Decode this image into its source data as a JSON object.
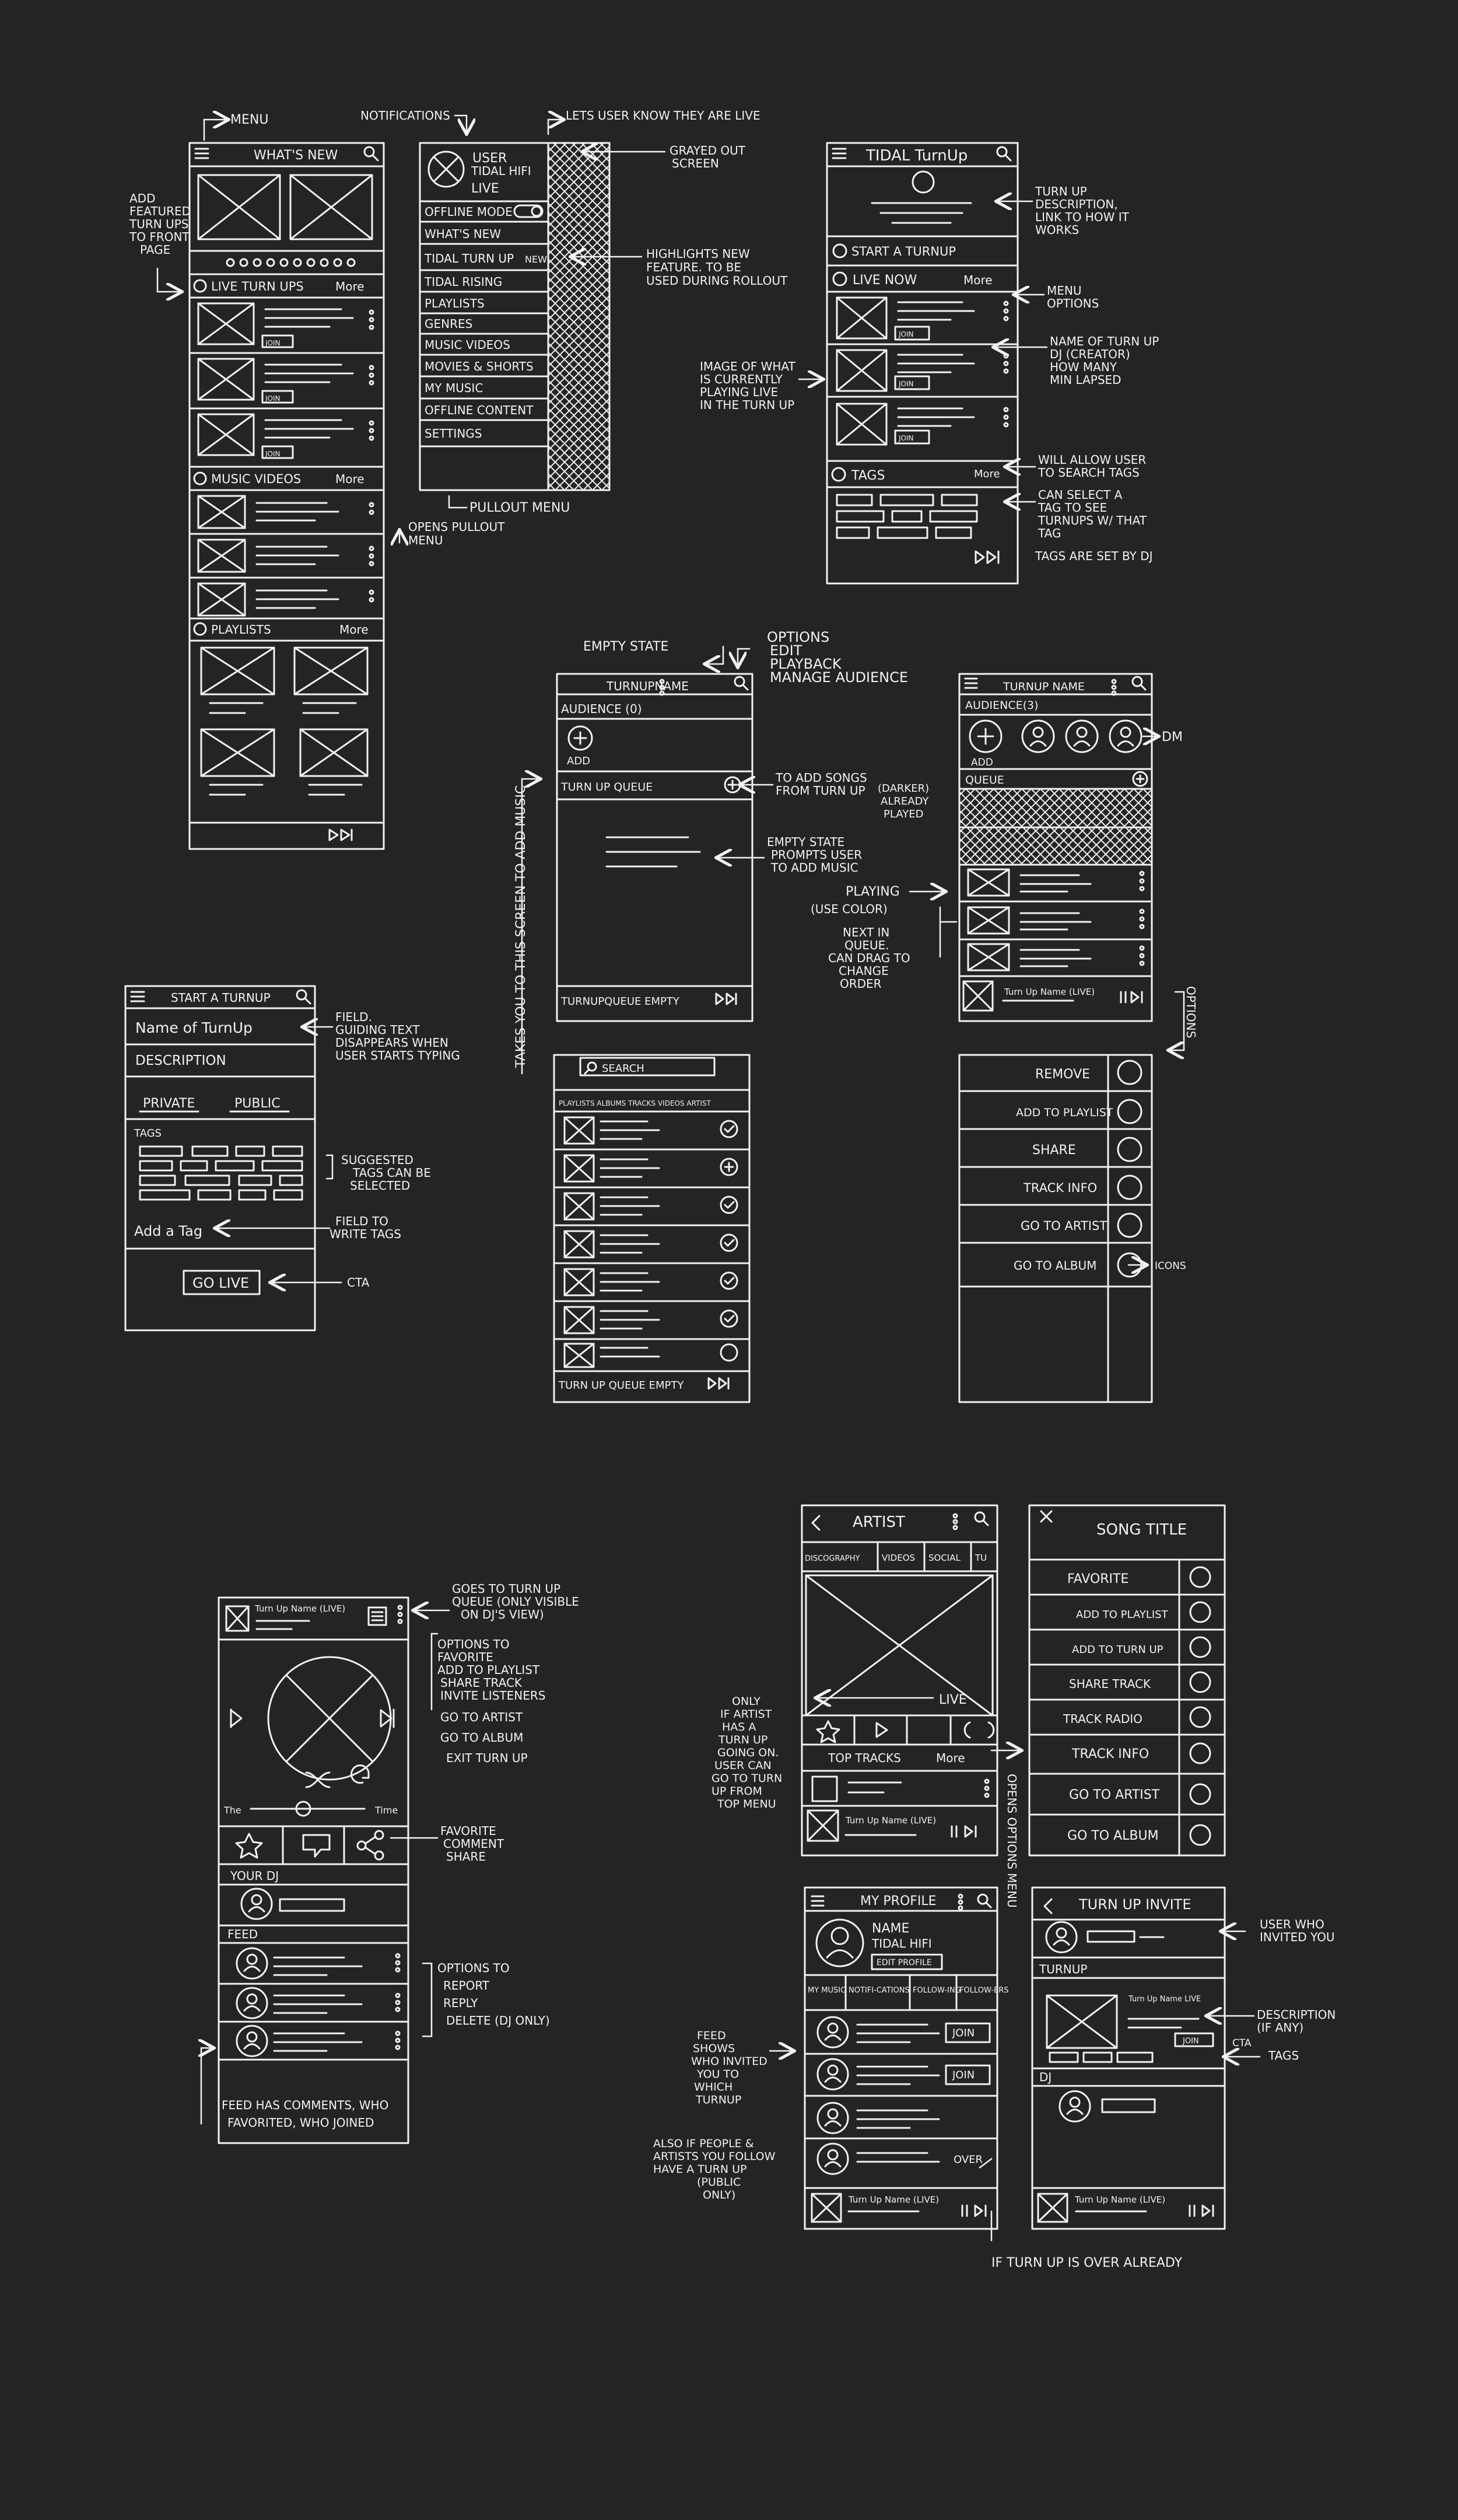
{
  "screens": {
    "whats_new": {
      "title": "WHAT'S NEW",
      "live_turnups": "LIVE TURN UPS",
      "music_videos": "MUSIC VIDEOS",
      "playlists": "PLAYLISTS",
      "more": "More",
      "join": "JOIN"
    },
    "menu": {
      "user": "USER",
      "tidal_hifi": "TIDAL HIFI",
      "live": "LIVE",
      "items": [
        "OFFLINE MODE",
        "WHAT'S NEW",
        "TIDAL TURN UP",
        "TIDAL RISING",
        "PLAYLISTS",
        "GENRES",
        "MUSIC VIDEOS",
        "MOVIES & SHORTS",
        "MY MUSIC",
        "OFFLINE CONTENT",
        "SETTINGS"
      ],
      "new_badge": "NEW"
    },
    "tidal_turnup": {
      "title": "TIDAL TurnUp",
      "start": "START A TURNUP",
      "live_now": "LIVE NOW",
      "more": "More",
      "join": "JOIN",
      "tags": "TAGS"
    },
    "start_turnup": {
      "title": "START A TURNUP",
      "name": "Name of TurnUp",
      "description": "DESCRIPTION",
      "private": "PRIVATE",
      "public": "PUBLIC",
      "tags": "TAGS",
      "add_tag": "Add a Tag",
      "go_live": "GO LIVE"
    },
    "empty_state": {
      "title": "TURNUPNAME",
      "audience": "AUDIENCE (0)",
      "add": "ADD",
      "queue": "TURN UP QUEUE",
      "footer": "TURNUPQUEUE EMPTY"
    },
    "search": {
      "search": "SEARCH",
      "tabs": "PLAYLISTS ALBUMS TRACKS VIDEOS ARTIST",
      "footer": "TURN UP QUEUE EMPTY"
    },
    "queue": {
      "title": "TURNUP NAME",
      "audience": "AUDIENCE(3)",
      "add": "ADD",
      "queue": "QUEUE",
      "now_playing": "Turn Up Name (LIVE)"
    },
    "options": [
      "REMOVE",
      "ADD TO PLAYLIST",
      "SHARE",
      "TRACK INFO",
      "GO TO ARTIST",
      "GO TO ALBUM"
    ],
    "player": {
      "name": "Turn Up Name (LIVE)",
      "time_start": "The",
      "time_end": "Time",
      "your_dj": "YOUR DJ",
      "feed": "FEED"
    },
    "artist": {
      "title": "ARTIST",
      "tabs": [
        "DISCOGRAPHY",
        "VIDEOS",
        "SOCIAL",
        "TU"
      ],
      "live": "LIVE",
      "top_tracks": "TOP TRACKS",
      "more": "More",
      "now_playing": "Turn Up Name (LIVE)"
    },
    "song": {
      "title": "SONG TITLE",
      "items": [
        "FAVORITE",
        "ADD TO PLAYLIST",
        "ADD TO TURN UP",
        "SHARE TRACK",
        "TRACK RADIO",
        "TRACK INFO",
        "GO TO ARTIST",
        "GO TO ALBUM"
      ]
    },
    "profile": {
      "title": "MY PROFILE",
      "name": "NAME",
      "tidal_hifi": "TIDAL HIFI",
      "edit": "EDIT PROFILE",
      "tabs": [
        "MY MUSIC",
        "NOTIFI-CATIONS",
        "FOLLOW-ING",
        "FOLLOW-ERS"
      ],
      "join": "JOIN",
      "over": "OVER",
      "now_playing": "Turn Up Name (LIVE)"
    },
    "invite": {
      "title": "TURN UP INVITE",
      "turnup": "TURNUP",
      "name": "Turn Up Name LIVE",
      "join": "JOIN",
      "dj": "DJ",
      "now_playing": "Turn Up Name (LIVE)"
    }
  },
  "notes": {
    "menu": "MENU",
    "add_featured": [
      "ADD",
      "FEATURED",
      "TURN UPS",
      "TO FRONT",
      "PAGE"
    ],
    "notifications": "NOTIFICATIONS",
    "lets_user_know": "LETS USER KNOW THEY ARE LIVE",
    "grayed_out": [
      "GRAYED OUT",
      "SCREEN"
    ],
    "highlights": [
      "HIGHLIGHTS NEW",
      "FEATURE. TO BE",
      "USED DURING ROLLOUT"
    ],
    "opens_pullout": [
      "OPENS PULLOUT",
      "MENU"
    ],
    "pullout_menu": "PULLOUT MENU",
    "turnup_description": [
      "TURN UP",
      "DESCRIPTION,",
      "LINK TO HOW IT",
      "WORKS"
    ],
    "menu_options": [
      "MENU",
      "OPTIONS"
    ],
    "name_of_turnup": [
      "NAME OF TURN UP",
      "DJ (CREATOR)",
      "HOW MANY",
      "MIN LAPSED"
    ],
    "image_of_what": [
      "IMAGE OF WHAT",
      "IS CURRENTLY",
      "PLAYING LIVE",
      "IN THE TURN UP"
    ],
    "will_allow": [
      "WILL ALLOW USER",
      "TO SEARCH TAGS"
    ],
    "can_select": [
      "CAN SELECT A",
      "TAG TO SEE",
      "TURNUPS W/ THAT",
      "TAG"
    ],
    "tags_set_by_dj": "TAGS ARE SET BY DJ",
    "empty_state": "EMPTY STATE",
    "options_list": [
      "OPTIONS",
      "EDIT",
      "PLAYBACK",
      "MANAGE AUDIENCE"
    ],
    "takes_you": "TAKES YOU TO THIS SCREEN TO ADD MUSIC",
    "to_add_songs": [
      "TO ADD SONGS",
      "FROM TURN UP"
    ],
    "darker": [
      "(DARKER)",
      "ALREADY",
      "PLAYED"
    ],
    "empty_prompts": [
      "EMPTY STATE",
      "PROMPTS USER",
      "TO ADD MUSIC"
    ],
    "playing": [
      "PLAYING",
      "(USE COLOR)"
    ],
    "next_in_queue": [
      "NEXT IN",
      "QUEUE.",
      "CAN DRAG TO",
      "CHANGE",
      "ORDER"
    ],
    "dm": "DM",
    "options": "OPTIONS",
    "icons": "ICONS",
    "field": [
      "FIELD.",
      "GUIDING TEXT",
      "DISAPPEARS WHEN",
      "USER STARTS TYPING"
    ],
    "suggested_tags": [
      "SUGGESTED",
      "TAGS CAN BE",
      "SELECTED"
    ],
    "field_tags": [
      "FIELD TO",
      "WRITE TAGS"
    ],
    "cta": "CTA",
    "goes_to_queue": [
      "GOES TO TURN UP",
      "QUEUE (ONLY VISIBLE",
      "ON DJ'S VIEW)"
    ],
    "options_to": [
      "OPTIONS TO",
      "FAVORITE",
      "ADD TO PLAYLIST",
      "SHARE TRACK",
      "INVITE LISTENERS",
      "GO TO ARTIST",
      "GO TO ALBUM",
      "EXIT TURN UP"
    ],
    "fav_comment_share": [
      "FAVORITE",
      "COMMENT",
      "SHARE"
    ],
    "options_report": [
      "OPTIONS TO",
      "REPORT",
      "REPLY",
      "DELETE (DJ ONLY)"
    ],
    "feed_has": [
      "FEED HAS COMMENTS, WHO",
      "FAVORITED, WHO JOINED"
    ],
    "only_if_artist": [
      "ONLY",
      "IF ARTIST",
      "HAS A",
      "TURN UP",
      "GOING ON.",
      "USER CAN",
      "GO TO TURN",
      "UP FROM",
      "TOP MENU"
    ],
    "opens_options_menu": "OPENS OPTIONS MENU",
    "feed_shows": [
      "FEED",
      "SHOWS",
      "WHO INVITED",
      "YOU TO",
      "WHICH",
      "TURNUP"
    ],
    "also_if_people": [
      "ALSO IF PEOPLE &",
      "ARTISTS YOU FOLLOW",
      "HAVE A TURN UP",
      "(PUBLIC",
      "ONLY)"
    ],
    "if_over": "IF TURN UP IS OVER ALREADY",
    "user_who_invited": [
      "USER WHO",
      "INVITED YOU"
    ],
    "description_if_any": [
      "DESCRIPTION",
      "(IF ANY)"
    ],
    "tags": "TAGS"
  }
}
